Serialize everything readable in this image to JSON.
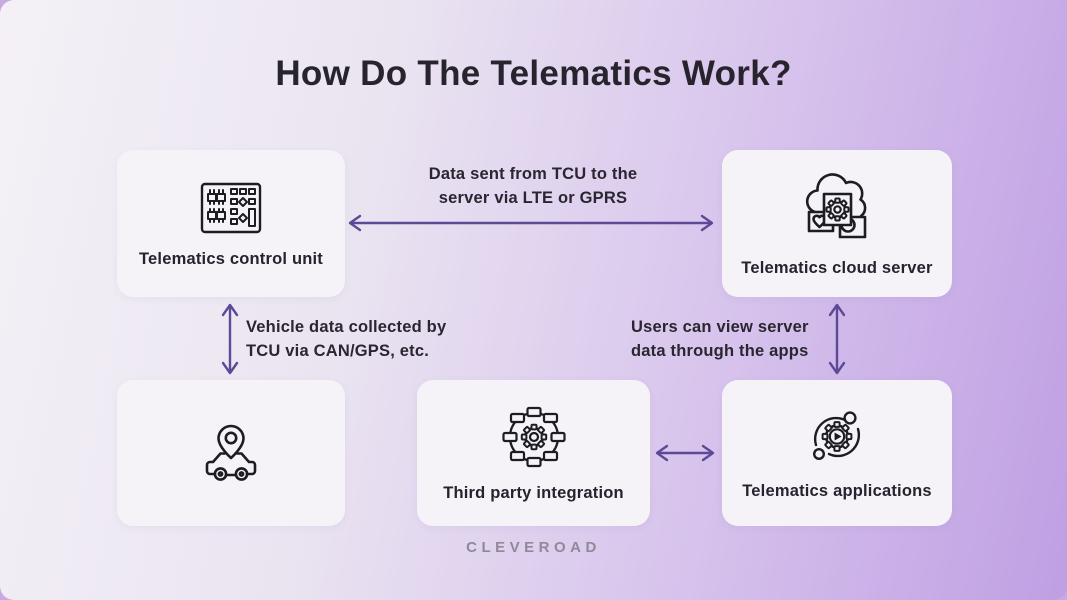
{
  "title": "How Do The Telematics Work?",
  "brand": "CLEVEROAD",
  "nodes": {
    "tcu": {
      "label": "Telematics control unit",
      "icon": "circuit-board-icon"
    },
    "cloud": {
      "label": "Telematics cloud server",
      "icon": "cloud-server-icon"
    },
    "vehicle": {
      "icon": "car-location-icon"
    },
    "integration": {
      "label": "Third party integration",
      "icon": "gear-network-icon"
    },
    "apps": {
      "label": "Telematics applications",
      "icon": "app-orbit-icon"
    }
  },
  "connections": {
    "tcu_cloud": {
      "type": "horizontal-double-arrow",
      "line1": "Data sent from TCU to the",
      "line2": "server via LTE or GPRS"
    },
    "tcu_vehicle": {
      "type": "vertical-double-arrow",
      "line1": "Vehicle data collected by",
      "line2": "TCU via CAN/GPS, etc."
    },
    "cloud_apps": {
      "type": "vertical-double-arrow",
      "line1": "Users can view server",
      "line2": "data through the apps"
    },
    "integration_apps": {
      "type": "horizontal-double-arrow"
    }
  },
  "colors": {
    "background_start": "#f4f1f6",
    "background_end": "#bf9fe3",
    "card_background": "#f5f3f8",
    "arrow": "#5d4a96",
    "text": "#27232e",
    "footer_text": "#8f8a99",
    "icon_stroke": "#1c1c22"
  }
}
